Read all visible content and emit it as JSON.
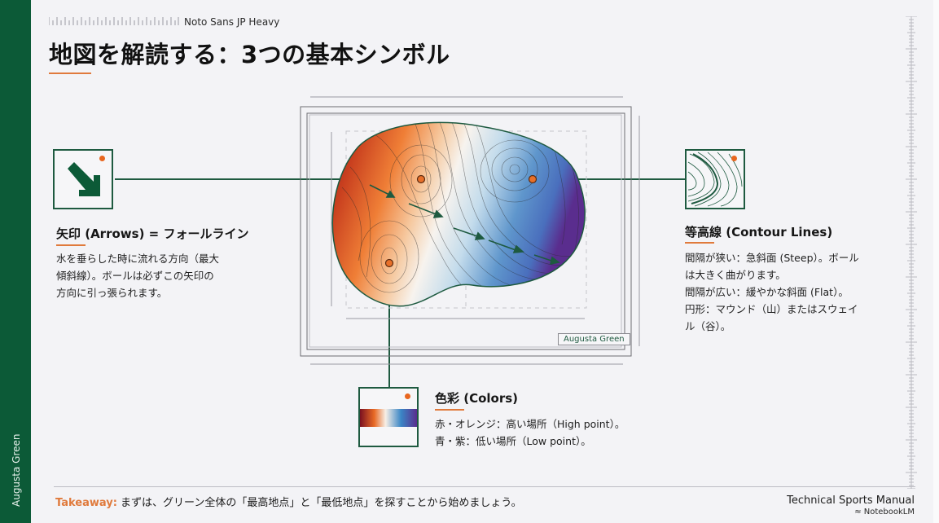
{
  "header": {
    "font_label": "Noto Sans JP Heavy",
    "title": "地図を解読する：3つの基本シンボル"
  },
  "sidebar": {
    "label": "Augusta Green"
  },
  "map": {
    "badge": "Augusta Green",
    "colors": {
      "high": "#c0361f",
      "mid_high": "#f08a3e",
      "neutral": "#f7f2ea",
      "low": "#4b86c4",
      "lowest": "#5b2b8f",
      "outline": "#1e5a40"
    }
  },
  "cards": {
    "arrows": {
      "icon": "arrow-down-right-icon",
      "title": "矢印 (Arrows) = フォールライン",
      "lines": [
        "水を垂らした時に流れる方向（最大",
        "傾斜線）。ボールは必ずこの矢印の",
        "方向に引っ張られます。"
      ]
    },
    "contours": {
      "icon": "contour-lines-icon",
      "title": "等高線 (Contour Lines)",
      "lines": [
        "間隔が狭い：急斜面 (Steep）。ボール",
        "は大きく曲がります。",
        "間隔が広い：緩やかな斜面 (Flat）。",
        "円形：マウンド（山）またはスウェイ",
        "ル（谷）。"
      ]
    },
    "colors": {
      "icon": "color-gradient-icon",
      "title": "色彩 (Colors)",
      "lines": [
        "赤・オレンジ：高い場所（High point）。",
        "青・紫：低い場所（Low point）。"
      ]
    }
  },
  "footer": {
    "takeaway_label": "Takeaway:",
    "takeaway_text": " まずは、グリーン全体の「最高地点」と「最低地点」を探すことから始めましょう。",
    "manual": "Technical Sports Manual",
    "brand": "NotebookLM"
  },
  "accent": {
    "green": "#0c5a37",
    "orange": "#e07a3c",
    "dot": "#e8661f"
  }
}
